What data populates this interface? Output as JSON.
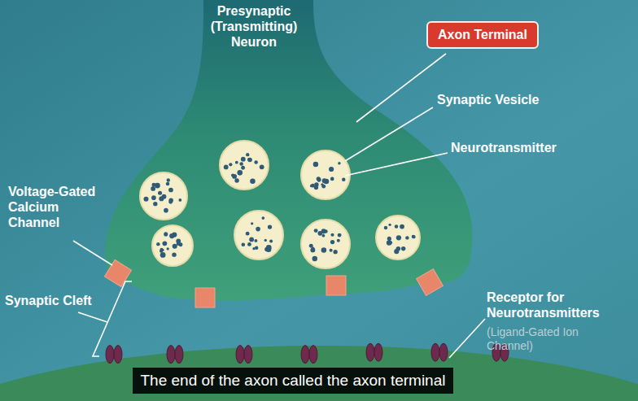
{
  "diagram": {
    "caption": "The end of the axon called the axon terminal",
    "nodes": [
      {
        "text": [
          "Axon Terminal"
        ]
      }
    ],
    "labels": [
      "Presynaptic (Transmitting) Neuron",
      "Synaptic Vesicle",
      "Neurotransmitter",
      "Voltage-Gated Calcium Channel",
      "Synaptic Cleft",
      "Receptor for Neurotransmitters",
      "(Ligand-Gated Ion Channel)"
    ]
  }
}
